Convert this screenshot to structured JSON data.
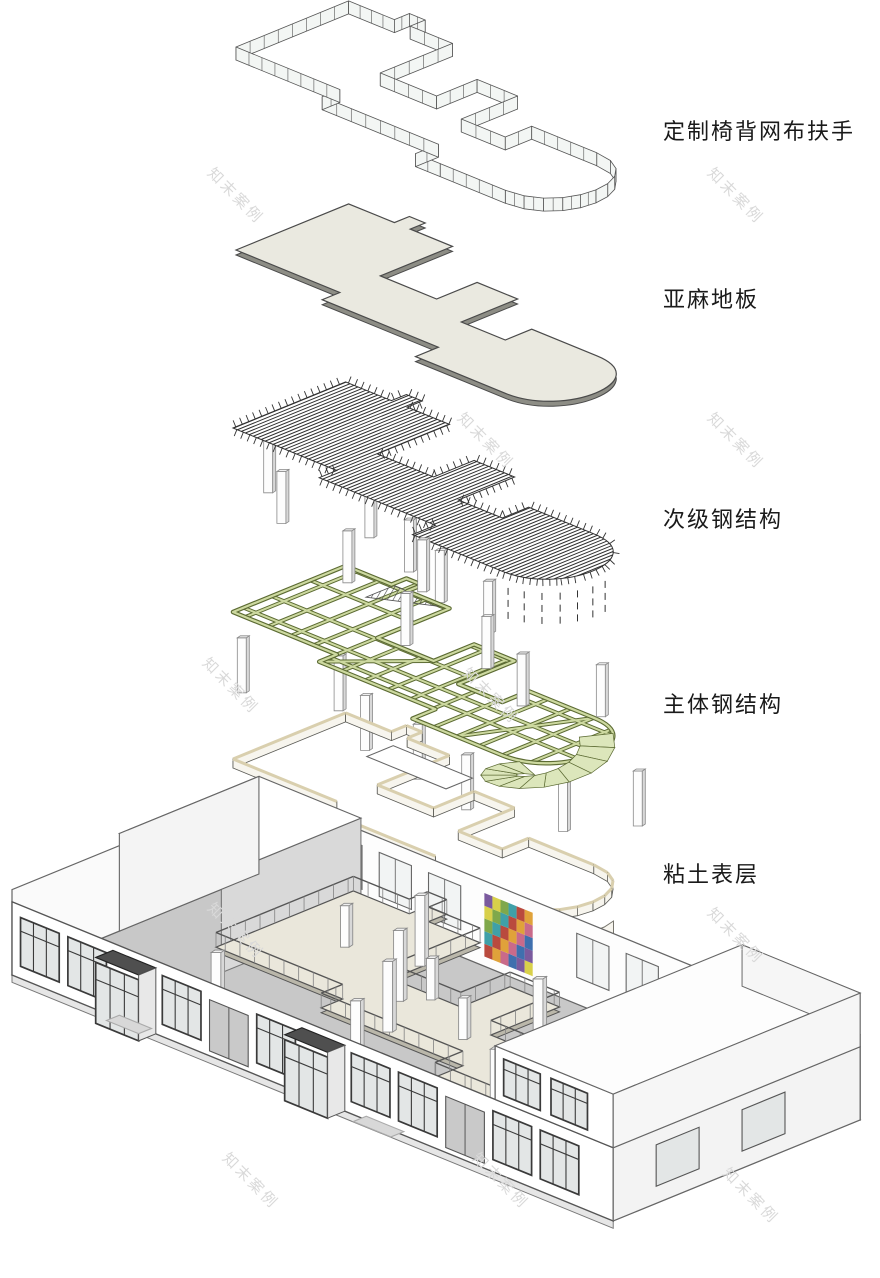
{
  "diagram": {
    "title_implicit": "exploded-axonometric-building-diagram",
    "labels": [
      {
        "text": "定制椅背网布扶手"
      },
      {
        "text": "亚麻地板"
      },
      {
        "text": "次级钢结构"
      },
      {
        "text": "主体钢结构"
      },
      {
        "text": "粘土表层"
      }
    ]
  },
  "watermark": {
    "text": "知末案例"
  },
  "colors": {
    "label_text": "#1a1a1a",
    "watermark": "#d9d9d9",
    "outline": "#4a4a4a",
    "ribbon_face": "#f3f6f4",
    "linen_fill": "#eae9e0",
    "linen_side": "#8d8d85",
    "hatch_line": "#2e2e2e",
    "steel_green_light": "#cdd9a0",
    "steel_green_dark": "#5c6b33",
    "stair_green": "#dce6bb",
    "clay_tan": "#d9cfae",
    "clay_face": "#f7f5ee",
    "column_face": "#fdfdfd",
    "column_side": "#d8d8d8",
    "floor_gray": "#c8c8c8",
    "wall_white": "#ffffff",
    "glass": "#e3e6e6",
    "frame_dark": "#3a3a3a",
    "mezz_fill": "#eae7db",
    "mezz_side": "#bab7aa",
    "mural_palette": [
      "#b94a3e",
      "#3f6fae",
      "#7fa84b",
      "#e0a23a",
      "#7a5a9e",
      "#3fa0a8",
      "#c96a8a",
      "#d8d04a"
    ]
  }
}
